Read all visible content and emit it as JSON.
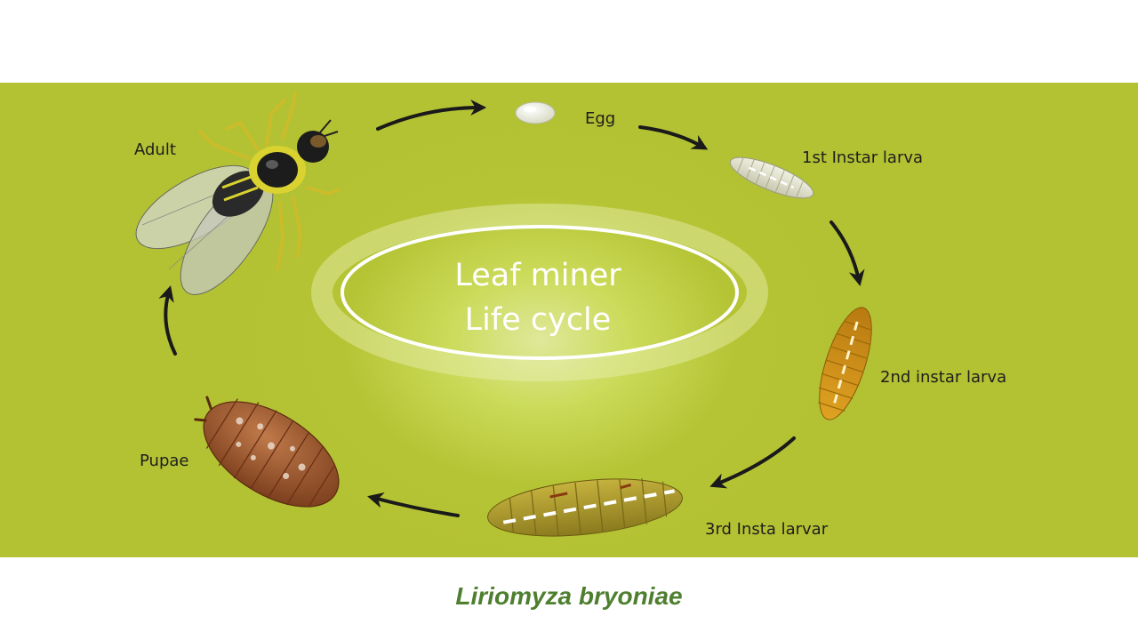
{
  "diagram": {
    "title_lines": [
      "Leaf miner",
      "Life cycle"
    ],
    "stages": [
      {
        "id": "adult",
        "label": "Adult"
      },
      {
        "id": "egg",
        "label": "Egg"
      },
      {
        "id": "instar1",
        "label": "1st Instar larva"
      },
      {
        "id": "instar2",
        "label": "2nd instar larva"
      },
      {
        "id": "instar3",
        "label": "3rd Insta larvar"
      },
      {
        "id": "pupae",
        "label": "Pupae"
      }
    ],
    "species_caption": "Liriomyza bryoniae"
  },
  "colors": {
    "background_green": "#b5c434",
    "caption_green": "#4e7f2e",
    "title_text": "#ffffff",
    "arrow": "#1a1a1a"
  }
}
